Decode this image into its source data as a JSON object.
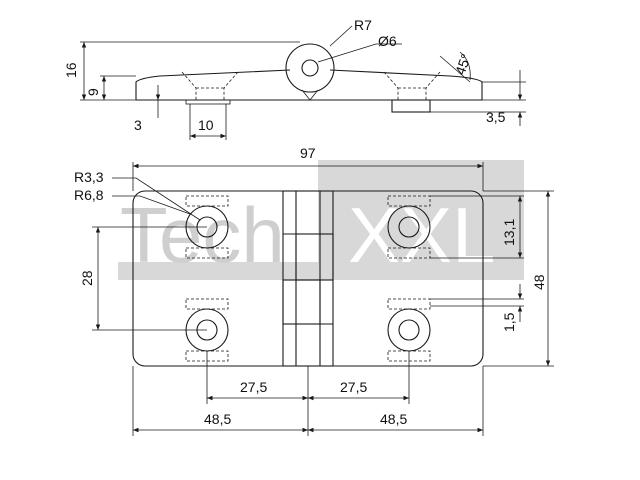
{
  "watermark": {
    "text_dark": "Tech",
    "text_light": "XXL",
    "color": "#d8d8d8"
  },
  "side_view": {
    "radius_label": "R7",
    "diameter_label": "Ø6",
    "angle_label": "45°",
    "height_label": "16",
    "thickness_label": "9",
    "offset_label": "3",
    "width_label": "10",
    "protrusion_label": "3,5"
  },
  "top_view": {
    "overall_width_label": "97",
    "hole_radius_label": "R3,3",
    "counterbore_radius_label": "R6,8",
    "hole_spacing_v_label": "28",
    "overall_height_label": "48",
    "slot_span_label": "13,1",
    "slot_gap_label": "1,5",
    "hole_offset_left_label": "27,5",
    "hole_offset_right_label": "27,5",
    "half_width_left_label": "48,5",
    "half_width_right_label": "48,5"
  }
}
